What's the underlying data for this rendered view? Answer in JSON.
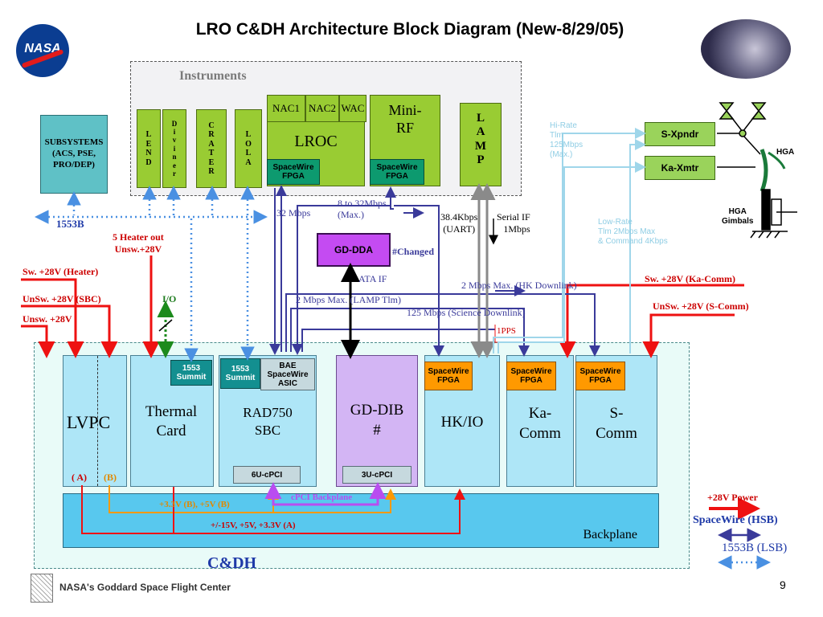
{
  "header": {
    "title": "LRO C&DH Architecture Block Diagram (New-8/29/05)",
    "logo_text": "NASA",
    "footer_org": "NASA's Goddard Space Flight Center",
    "page_number": "9"
  },
  "instruments": {
    "title": "Instruments",
    "lend": [
      "L",
      "E",
      "N",
      "D"
    ],
    "diviner": [
      "D",
      "i",
      "v",
      "i",
      "n",
      "e",
      "r"
    ],
    "crater": [
      "C",
      "R",
      "A",
      "T",
      "E",
      "R"
    ],
    "lola": [
      "L",
      "O",
      "L",
      "A"
    ],
    "nac1": "NAC1",
    "nac2": "NAC2",
    "wac": "WAC",
    "lroc": "LROC",
    "lroc_fpga": "SpaceWire\nFPGA",
    "minirf": "Mini-\nRF",
    "minirf_fpga": "SpaceWire\nFPGA",
    "lamp": [
      "L",
      "A",
      "M",
      "P"
    ]
  },
  "subsystems": "SUBSYSTEMS\n(ACS, PSE,\nPRO/DEP)",
  "bus_1553b": "1553B",
  "labels": {
    "heater_out": "5 Heater out\nUnsw.+28V",
    "sw_heater": "Sw. +28V (Heater)",
    "unsw_sbc": "UnSw. +28V (SBC)",
    "unsw_28": "Unsw. +28V",
    "io": "I/O",
    "mbps32": "32 Mbps",
    "mbps8_32": "8 to 32Mbps\n(Max.)",
    "uart": "38.4Kbps\n(UART)",
    "serial_if": "Serial IF\n1Mbps",
    "changed": "#Changed",
    "ata_if": "ATA IF",
    "hk_downlink": "2 Mbps  Max. (HK Downlink)",
    "lamp_tlm": "2 Mbps  Max. (LAMP Tlm)",
    "science_downlink": "125 Mbps  (Science Downlink)",
    "pps": "1PPS",
    "hi_rate": "Hi-Rate\nTlm\n125Mbps\n (Max.)",
    "low_rate": "Low-Rate\nTlm 2Mbps Max\n & Command 4Kbps",
    "sw_kacomm": "Sw. +28V (Ka-Comm)",
    "unsw_scomm": "UnSw. +28V (S-Comm)",
    "hga": "HGA",
    "hga_gimbals": "HGA\nGimbals"
  },
  "comm": {
    "s_xpndr": "S-Xpndr",
    "ka_xmtr": "Ka-Xmtr"
  },
  "gd_dda": "GD-DDA",
  "cdh": {
    "title": "C&DH",
    "lvpc": "LVPC",
    "lvpc_a": "( A)",
    "lvpc_b": "(B)",
    "thermal": "Thermal\nCard",
    "summit1": "1553\nSummit",
    "summit2": "1553\nSummit",
    "bae": "BAE\nSpaceWire\nASIC",
    "rad750": "RAD750\nSBC",
    "cpci6": "6U-cPCI",
    "gddib": "GD-DIB\n#",
    "cpci3": "3U-cPCI",
    "hkio": "HK/IO",
    "hkio_fpga": "SpaceWire\nFPGA",
    "kacomm": "Ka-\nComm",
    "kacomm_fpga": "SpaceWire\nFPGA",
    "scomm": "S-\nComm",
    "scomm_fpga": "SpaceWire\nFPGA",
    "backplane": "Backplane",
    "cpci_backplane": "cPCI Backplane",
    "rail_b": "+3.3V (B), +5V (B)",
    "rail_a": "+/-15V, +5V, +3.3V (A)"
  },
  "legend": {
    "power": "+28V Power",
    "spacewire": "SpaceWire (HSB)",
    "lsb": "1553B (LSB)"
  },
  "colors": {
    "power": "#ee1111",
    "spacewire": "#3a3a9a",
    "bus": "#4a90e2",
    "gray": "#8a8a8a",
    "orange": "#ff9900",
    "purple": "#b94df0",
    "lightblue": "#9fd6ea"
  }
}
